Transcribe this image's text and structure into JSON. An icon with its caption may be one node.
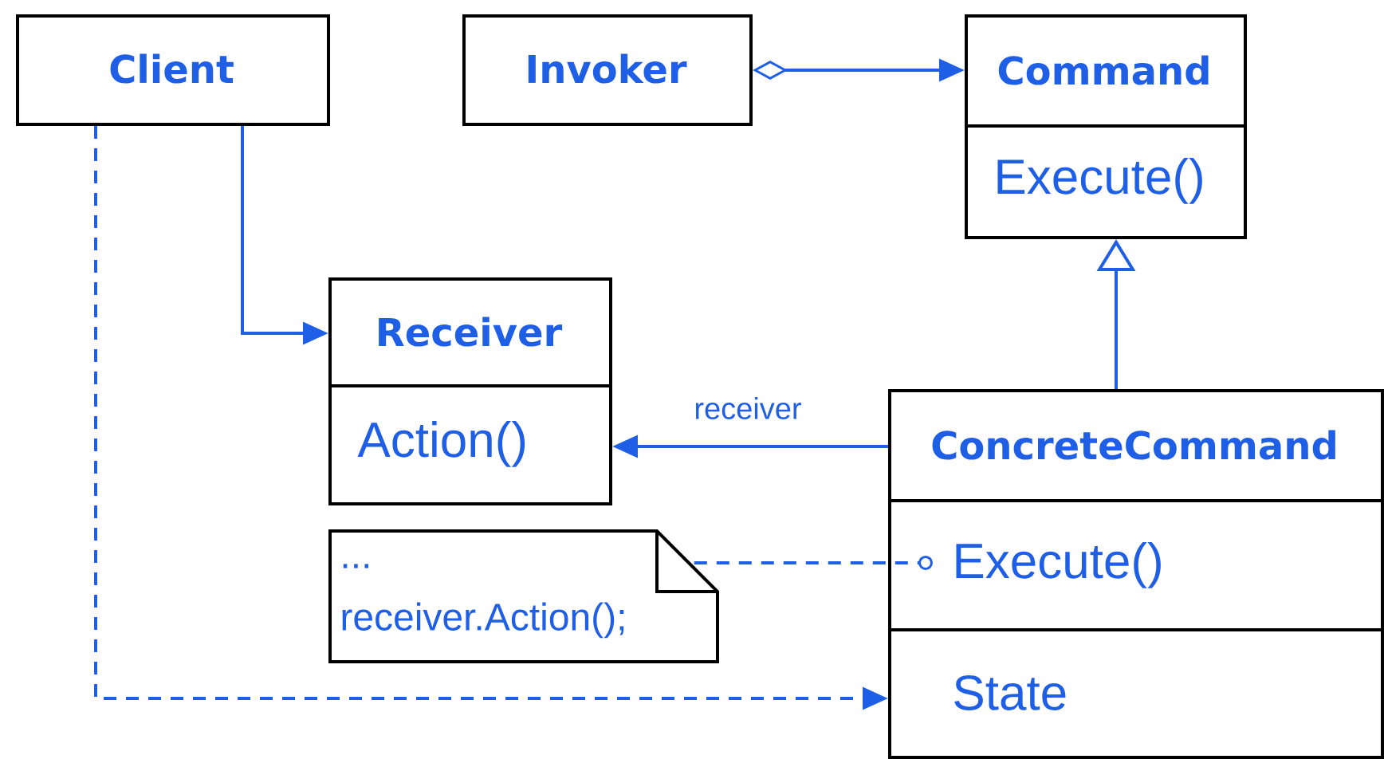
{
  "diagram": {
    "nodes": [
      {
        "text": [
          "Client"
        ]
      },
      {
        "text": [
          "Invoker"
        ]
      },
      {
        "text": [
          "Command",
          "Execute()"
        ]
      },
      {
        "text": [
          "Receiver",
          "Action()"
        ]
      },
      {
        "text": [
          "ConcreteCommand",
          "Execute()",
          "State"
        ]
      },
      {
        "text": [
          "...",
          "receiver.Action();"
        ]
      }
    ],
    "edges": [
      {
        "from": 0,
        "to": 3,
        "arrow": "to"
      },
      {
        "from": 1,
        "to": 2,
        "arrow": "to"
      },
      {
        "from": 4,
        "to": 2,
        "arrow": "to"
      },
      {
        "from": 4,
        "to": 3,
        "arrow": "to",
        "label": "receiver"
      },
      {
        "from": 5,
        "to": 4,
        "arrow": "other",
        "style": "dashed"
      },
      {
        "from": 0,
        "to": 4,
        "arrow": "to",
        "style": "dashed"
      }
    ]
  }
}
